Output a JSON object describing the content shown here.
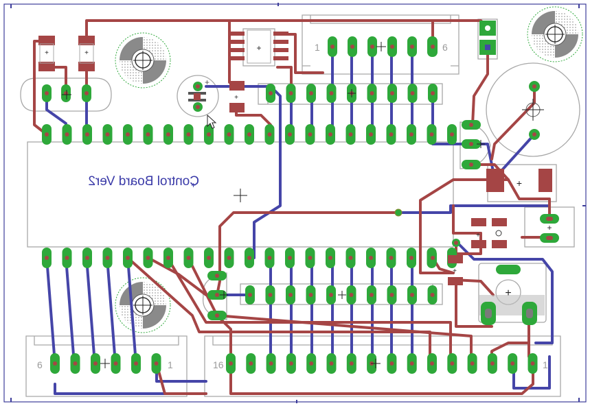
{
  "board": {
    "title": "Control Board Ver2",
    "colors": {
      "top_trace": "#a54545",
      "bottom_trace": "#4545a8",
      "pad": "#2ea83a",
      "smd_pad": "#a54545",
      "outline": "#a8a8a8",
      "frame": "#3c3c9a"
    }
  },
  "connectors": {
    "top_header": {
      "first_pin": "1",
      "last_pin": "6"
    },
    "bottom_left_header": {
      "first_pin": "6",
      "last_pin": "1"
    },
    "bottom_right_header": {
      "first_pin": "16",
      "last_pin": "1"
    }
  },
  "icons": {
    "cursor": "mouse-pointer-icon",
    "mount_holes": "mounting-hole-icon"
  }
}
